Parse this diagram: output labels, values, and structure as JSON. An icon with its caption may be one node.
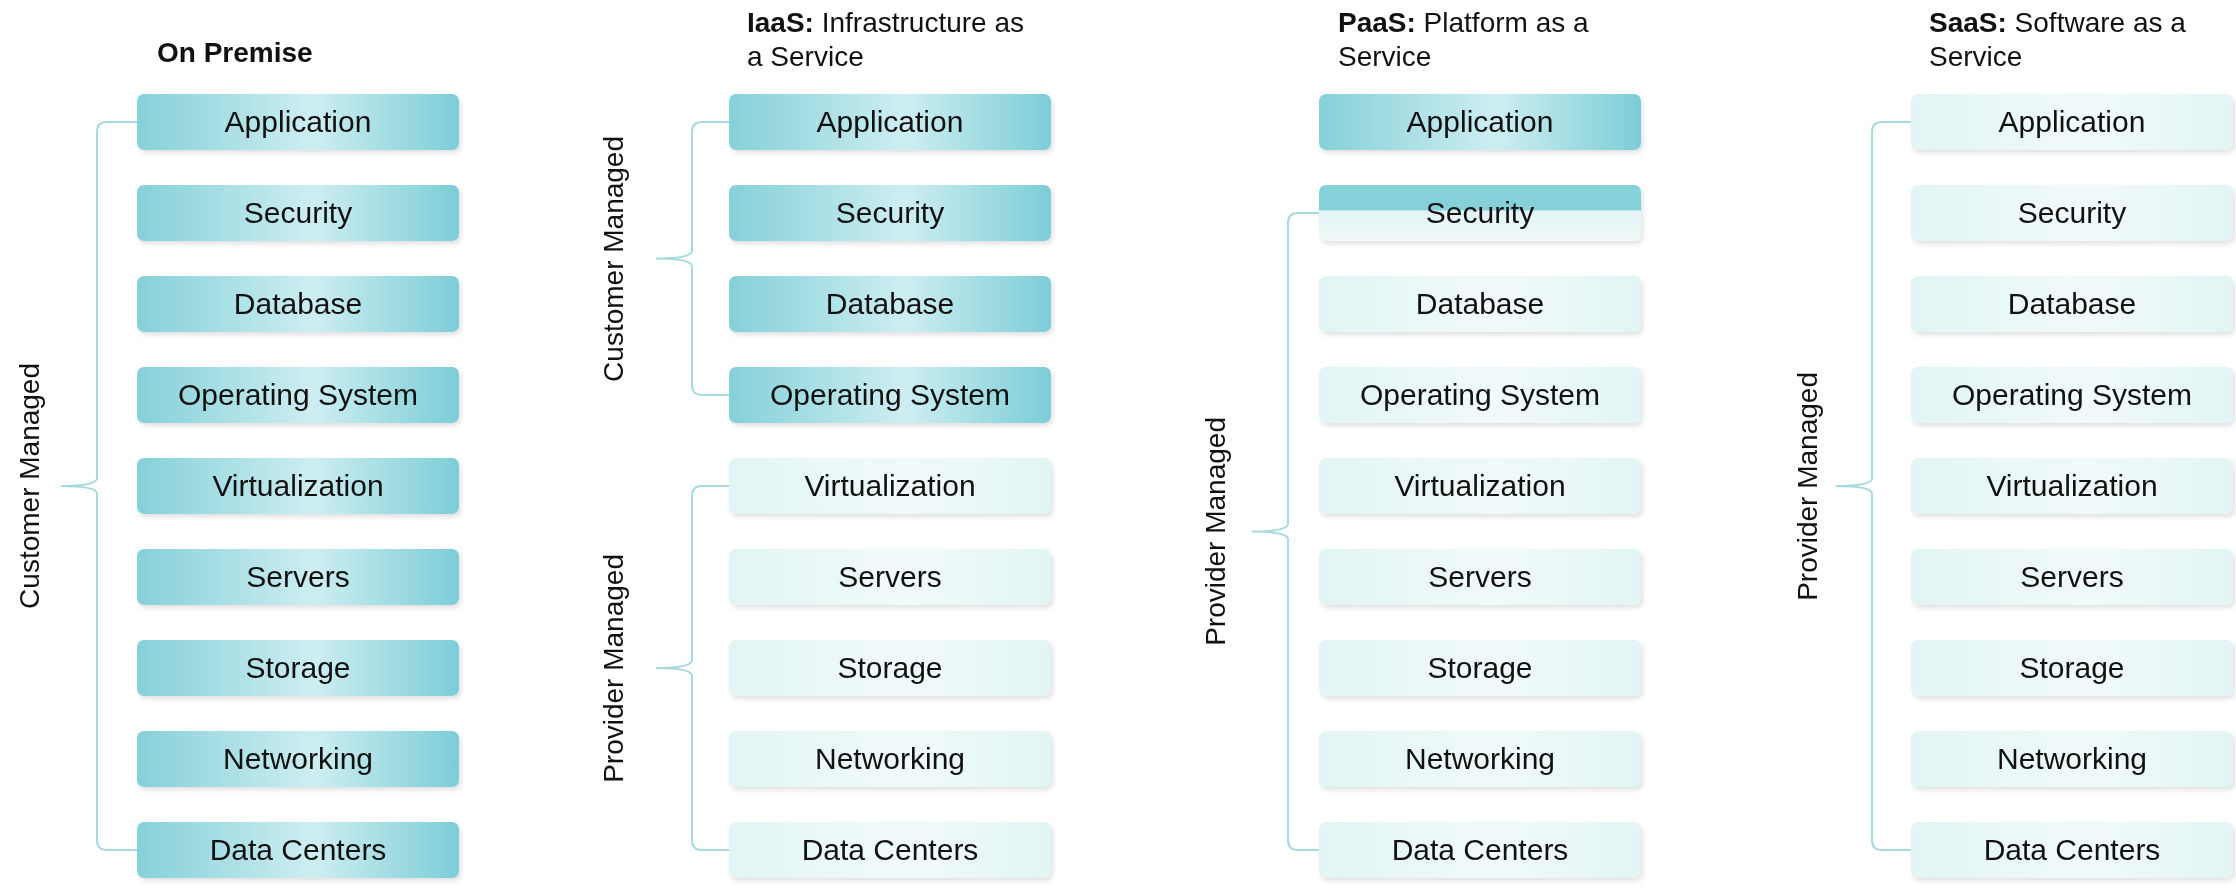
{
  "diagram": {
    "nodes": [
      {
        "text": [
          "Application"
        ]
      },
      {
        "text": [
          "Security"
        ]
      },
      {
        "text": [
          "Database"
        ]
      },
      {
        "text": [
          "Operating System"
        ]
      },
      {
        "text": [
          "Virtualization"
        ]
      },
      {
        "text": [
          "Servers"
        ]
      },
      {
        "text": [
          "Storage"
        ]
      },
      {
        "text": [
          "Networking"
        ]
      },
      {
        "text": [
          "Data Centers"
        ]
      },
      {
        "text": [
          "Application"
        ]
      },
      {
        "text": [
          "Security"
        ]
      },
      {
        "text": [
          "Database"
        ]
      },
      {
        "text": [
          "Operating System"
        ]
      },
      {
        "text": [
          "Virtualization"
        ]
      },
      {
        "text": [
          "Servers"
        ]
      },
      {
        "text": [
          "Storage"
        ]
      },
      {
        "text": [
          "Networking"
        ]
      },
      {
        "text": [
          "Data Centers"
        ]
      },
      {
        "text": [
          "Application"
        ]
      },
      {
        "text": [
          "Security"
        ]
      },
      {
        "text": [
          "Database"
        ]
      },
      {
        "text": [
          "Operating System"
        ]
      },
      {
        "text": [
          "Virtualization"
        ]
      },
      {
        "text": [
          "Servers"
        ]
      },
      {
        "text": [
          "Storage"
        ]
      },
      {
        "text": [
          "Networking"
        ]
      },
      {
        "text": [
          "Data Centers"
        ]
      },
      {
        "text": [
          "Application"
        ]
      },
      {
        "text": [
          "Security"
        ]
      },
      {
        "text": [
          "Database"
        ]
      },
      {
        "text": [
          "Operating System"
        ]
      },
      {
        "text": [
          "Virtualization"
        ]
      },
      {
        "text": [
          "Servers"
        ]
      },
      {
        "text": [
          "Storage"
        ]
      },
      {
        "text": [
          "Networking"
        ]
      },
      {
        "text": [
          "Data Centers"
        ]
      }
    ],
    "edges": [],
    "labels": [
      "On Premise",
      "**IaaS:** Infrastructure as a Service",
      "**PaaS:** Platform as a Service",
      "**SaaS:** Software as a Service",
      "Customer Managed",
      "Customer Managed",
      "Provider Managed",
      "Provider Managed",
      "Provider Managed"
    ]
  }
}
